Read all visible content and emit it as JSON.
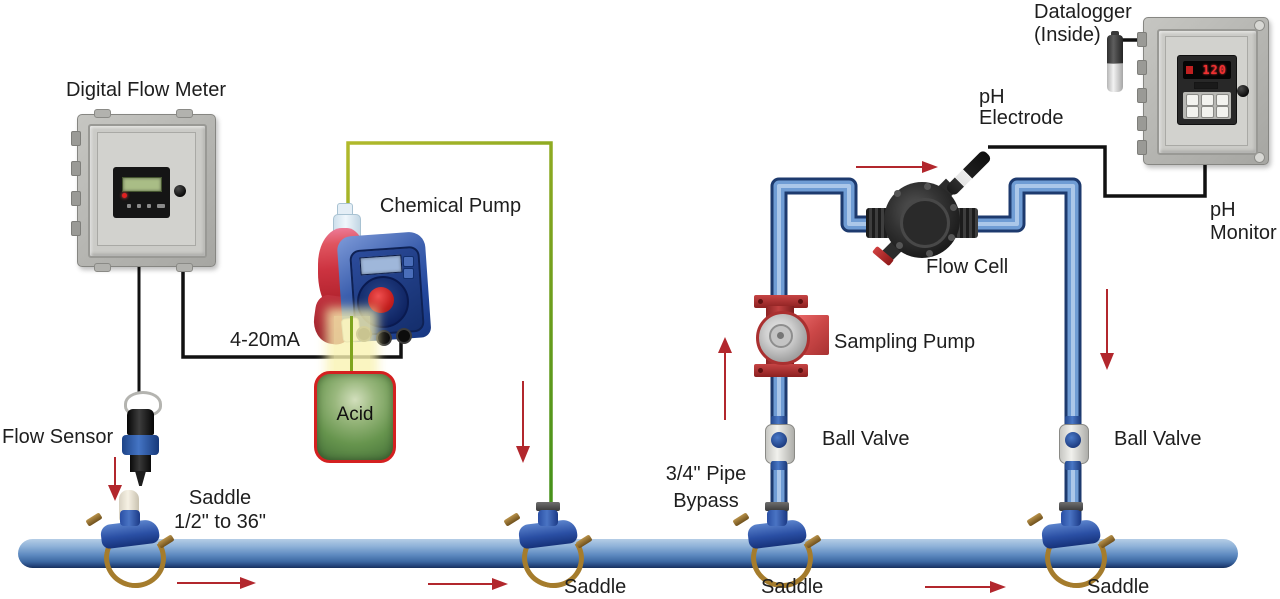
{
  "components": {
    "flow_meter": {
      "label": "Digital Flow Meter"
    },
    "flow_sensor": {
      "label": "Flow Sensor"
    },
    "main_saddle": {
      "line1": "Saddle",
      "line2": "1/2\" to 36\""
    },
    "signal": {
      "label": "4-20mA"
    },
    "chemical_pump": {
      "label": "Chemical Pump"
    },
    "acid_tank": {
      "label": "Acid"
    },
    "bypass": {
      "line1": "3/4\" Pipe",
      "line2": "Bypass"
    },
    "sampling_pump": {
      "label": "Sampling Pump"
    },
    "ball_valves": [
      {
        "label": "Ball Valve"
      },
      {
        "label": "Ball Valve"
      }
    ],
    "flow_cell": {
      "label": "Flow Cell"
    },
    "ph_electrode": {
      "line1": "pH",
      "line2": "Electrode"
    },
    "datalogger": {
      "line1": "Datalogger",
      "line2": "(Inside)"
    },
    "ph_monitor": {
      "line1": "pH",
      "line2": "Monitor",
      "display_value": "120"
    },
    "pipe_saddles": [
      {
        "label": "Saddle"
      },
      {
        "label": "Saddle"
      },
      {
        "label": "Saddle"
      }
    ]
  },
  "colors": {
    "arrow_red": "#b2272d",
    "main_pipe_blue": "#5e8ac0",
    "bypass_pipe_blue": "#6f9cd4",
    "chemical_tube_olive": "#7fa41e",
    "acid_green": "#67954e",
    "acid_border_red": "#d42020",
    "enclosure_gray": "#b4b4b0",
    "pump_head_red": "#cc3340",
    "pump_body_blue": "#23479c",
    "sampling_pump_red": "#b43434",
    "wire_black": "#111111"
  }
}
